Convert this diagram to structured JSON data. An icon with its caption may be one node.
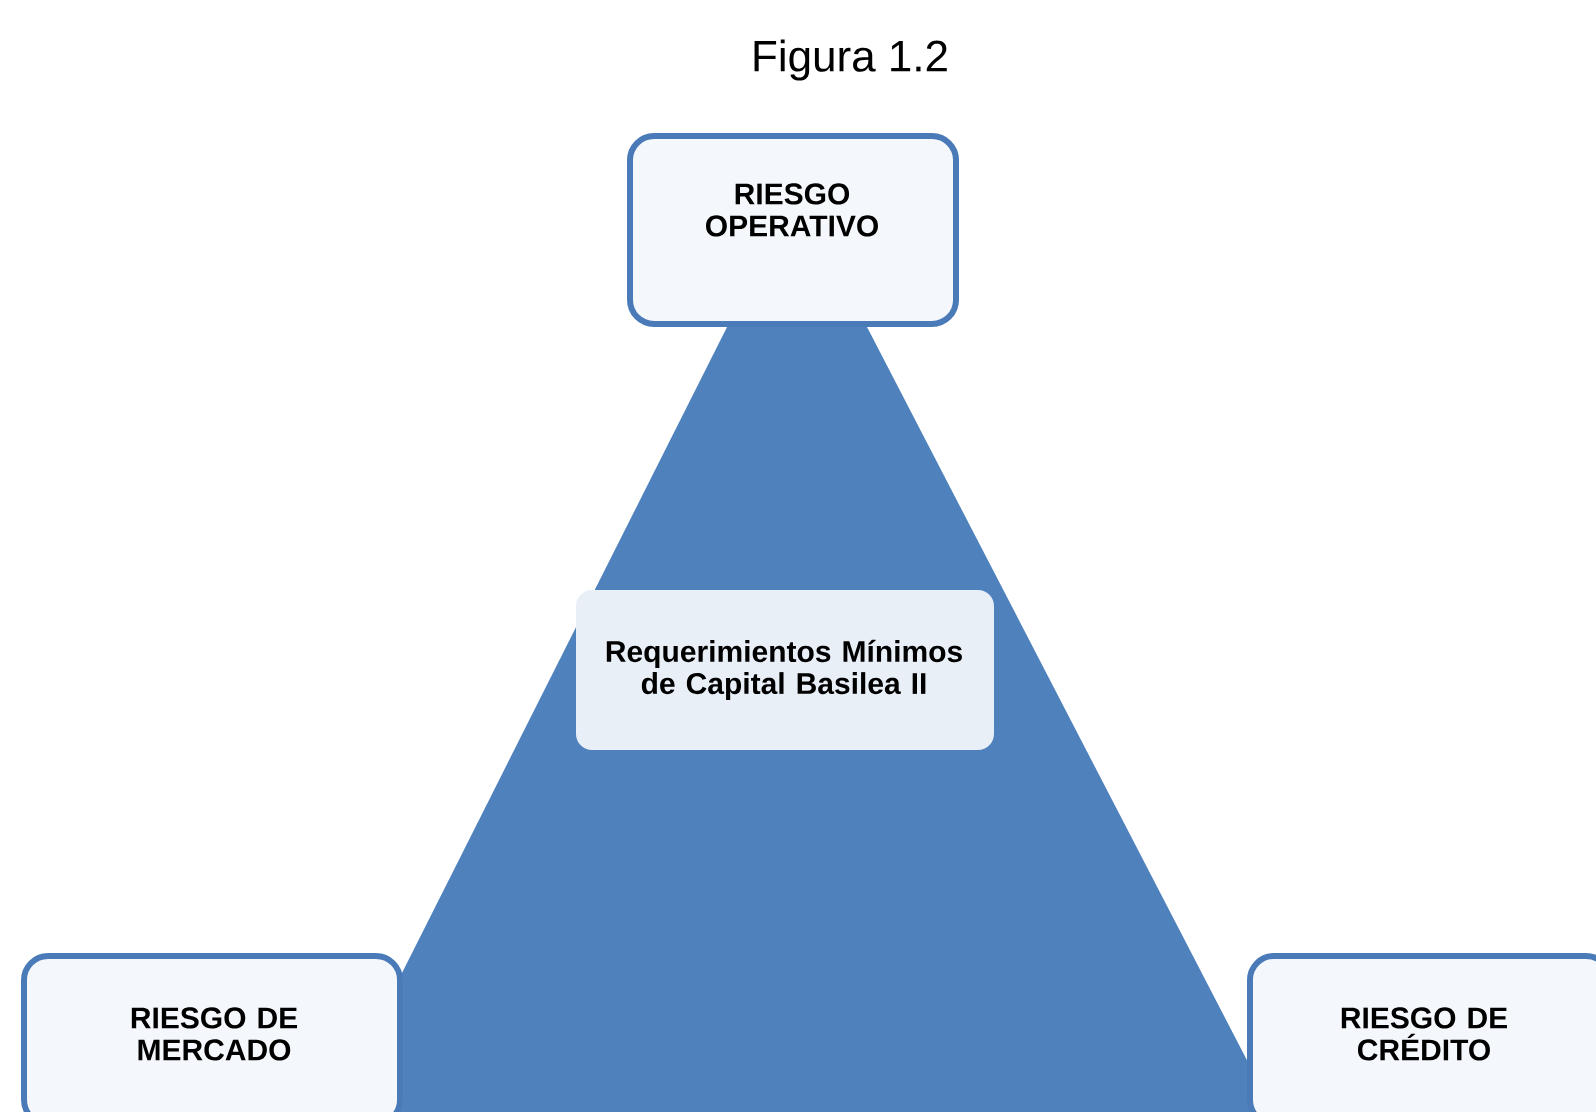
{
  "diagram": {
    "title": "Figura 1.2",
    "nodes": [
      {
        "text": [
          "RIESGO OPERATIVO"
        ]
      },
      {
        "text": [
          "Requerimientos Mínimos de Capital Basilea II"
        ]
      },
      {
        "text": [
          "RIESGO DE MERCADO"
        ]
      },
      {
        "text": [
          "RIESGO DE CRÉDITO"
        ]
      }
    ]
  }
}
